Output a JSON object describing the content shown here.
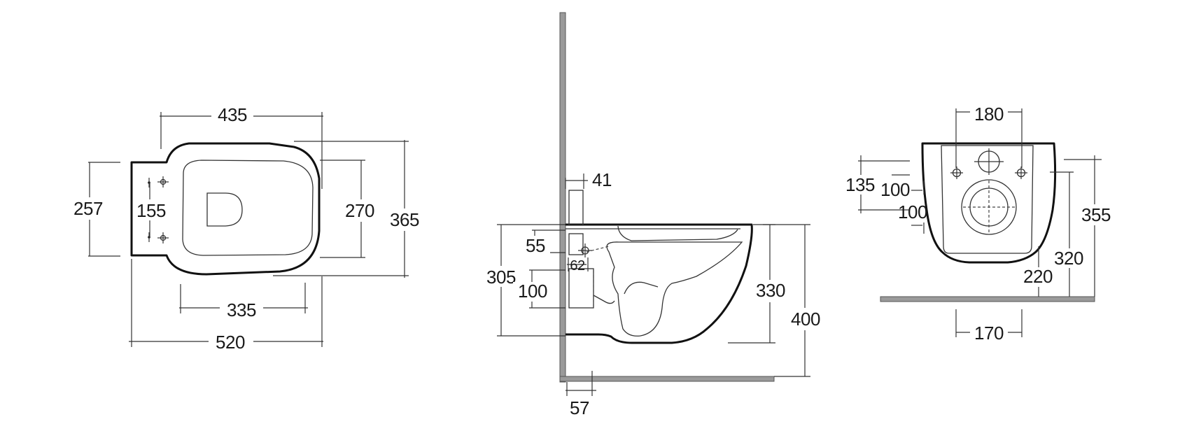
{
  "views": {
    "top": {
      "dims": {
        "width_435": "435",
        "depth_257": "257",
        "fixing_155": "155",
        "inner_270": "270",
        "outer_365": "365",
        "length_335": "335",
        "length_520": "520"
      }
    },
    "side": {
      "dims": {
        "d41": "41",
        "d55": "55",
        "d62": "62",
        "d305": "305",
        "d100": "100",
        "d330": "330",
        "d400": "400",
        "d57": "57"
      }
    },
    "front": {
      "dims": {
        "d180": "180",
        "d135": "135",
        "d100a": "100",
        "d100b": "100",
        "d355": "355",
        "d320": "320",
        "d220": "220",
        "d170": "170"
      }
    }
  },
  "colors": {
    "line": "#111111",
    "wall": "#9a9a9a"
  }
}
